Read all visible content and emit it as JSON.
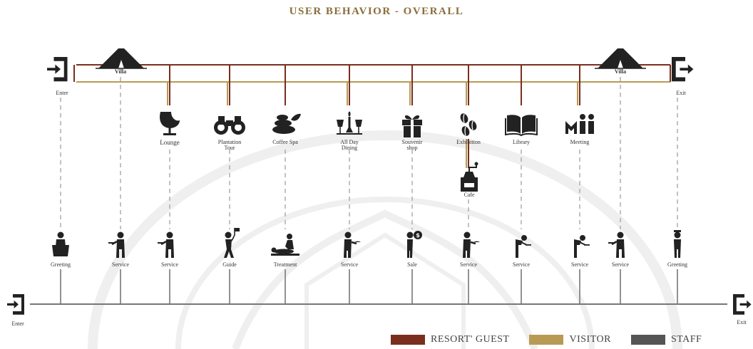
{
  "title": "USER BEHAVIOR - OVERALL",
  "colors": {
    "guest": "#7a2e1e",
    "visitor": "#b89a55",
    "staff": "#555555",
    "title": "#8a6d3b",
    "icon": "#222222",
    "watermark": "#ececec"
  },
  "top": {
    "enter_label": "Enter",
    "exit_label": "Exit",
    "villa_left": "Villa",
    "villa_right": "Villa",
    "facilities": [
      {
        "name": "Lounge",
        "icon": "egg-chair-icon"
      },
      {
        "name": "Plantation Tour",
        "icon": "binoculars-icon"
      },
      {
        "name": "Coffee Spa",
        "icon": "spa-stones-icon"
      },
      {
        "name": "All Day Dining",
        "icon": "dining-candle-icon"
      },
      {
        "name": "Souvenir shop",
        "icon": "gift-icon"
      },
      {
        "name": "Exhibition",
        "icon": "coffee-beans-icon"
      },
      {
        "name": "Library",
        "icon": "open-book-icon"
      },
      {
        "name": "Meeting",
        "icon": "meeting-people-icon"
      }
    ],
    "cafe_label": "Cafe"
  },
  "staff_row": [
    {
      "label": "Greeting",
      "icon": "reception-desk-staff-icon"
    },
    {
      "label": "Service",
      "icon": "waiter-tray-icon"
    },
    {
      "label": "Service",
      "icon": "waiter-tray-icon"
    },
    {
      "label": "Guide",
      "icon": "tour-guide-flag-icon"
    },
    {
      "label": "Treatment",
      "icon": "massage-therapist-icon"
    },
    {
      "label": "Service",
      "icon": "server-dish-icon"
    },
    {
      "label": "Sale",
      "icon": "salesperson-dollar-icon"
    },
    {
      "label": "Service",
      "icon": "server-dish-icon"
    },
    {
      "label": "Service",
      "icon": "bowing-server-icon"
    },
    {
      "label": "Service",
      "icon": "bowing-server-icon"
    },
    {
      "label": "Service",
      "icon": "waiter-tray-icon"
    },
    {
      "label": "Greeting",
      "icon": "doorman-icon"
    }
  ],
  "bottom": {
    "enter_label": "Enter",
    "exit_label": "Exit"
  },
  "legend": [
    {
      "label": "RESORT' GUEST",
      "color": "#7a2e1e"
    },
    {
      "label": "VISITOR",
      "color": "#b89a55"
    },
    {
      "label": "STAFF",
      "color": "#555555"
    }
  ]
}
